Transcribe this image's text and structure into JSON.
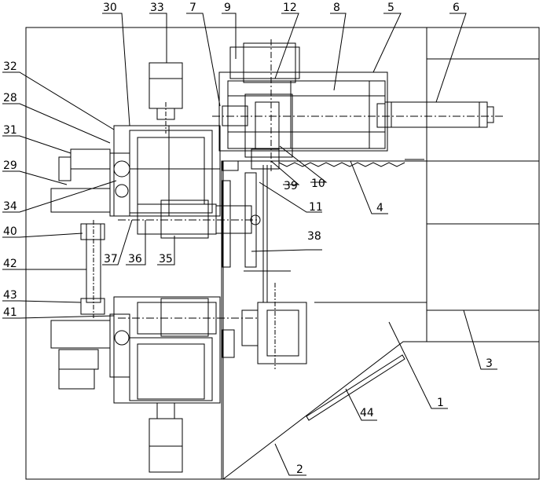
{
  "labels": {
    "l1": "1",
    "l2": "2",
    "l3": "3",
    "l4": "4",
    "l5": "5",
    "l6": "6",
    "l7": "7",
    "l8": "8",
    "l9": "9",
    "l10": "10",
    "l11": "11",
    "l12": "12",
    "l28": "28",
    "l29": "29",
    "l30": "30",
    "l31": "31",
    "l32": "32",
    "l33": "33",
    "l34": "34",
    "l35": "35",
    "l36": "36",
    "l37": "37",
    "l38": "38",
    "l39": "39",
    "l40": "40",
    "l41": "41",
    "l42": "42",
    "l43": "43",
    "l44": "44"
  }
}
